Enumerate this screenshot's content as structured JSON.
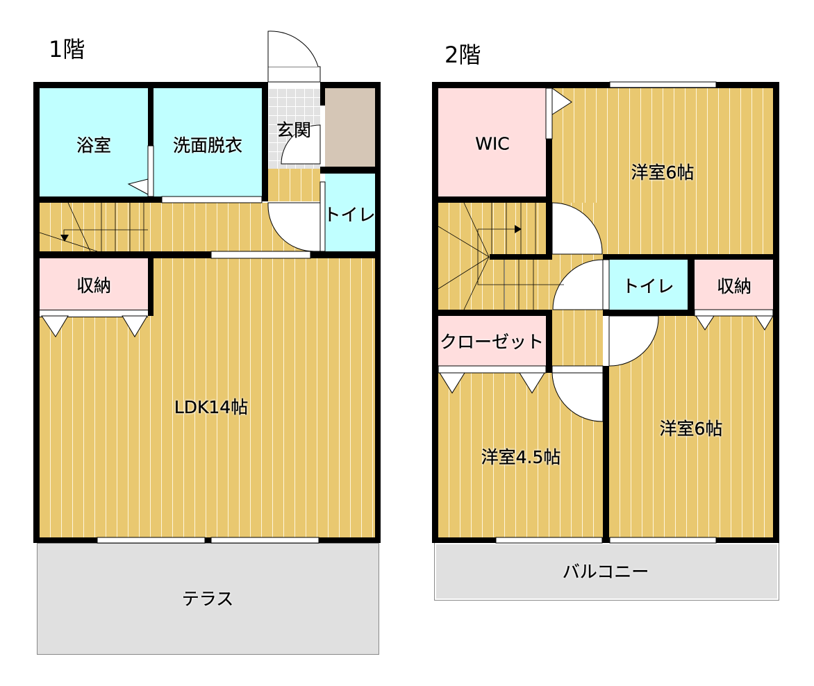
{
  "floor1": {
    "title": "1階",
    "rooms": {
      "bath": "浴室",
      "washroom": "洗面脱衣",
      "entrance": "玄関",
      "toilet": "トイレ",
      "storage": "収納",
      "ldk": "LDK14帖",
      "terrace": "テラス"
    }
  },
  "floor2": {
    "title": "2階",
    "rooms": {
      "wic": "WIC",
      "western_top": "洋室6帖",
      "toilet": "トイレ",
      "storage": "収納",
      "closet": "クローゼット",
      "western_small": "洋室4.5帖",
      "western_right": "洋室6帖",
      "balcony": "バルコニー"
    }
  },
  "colors": {
    "floor": "#e9c870",
    "wet": "#c0ffff",
    "storage": "#ffdede",
    "exterior": "#e0e0e0",
    "shoe_box": "#d5c6b6"
  }
}
